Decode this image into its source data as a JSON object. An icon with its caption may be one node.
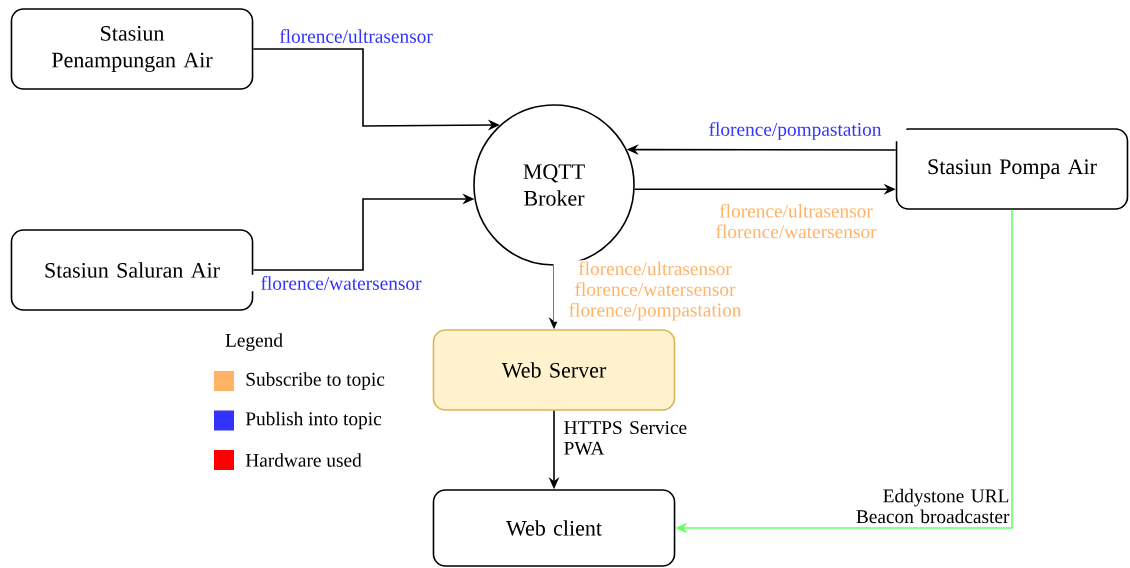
{
  "diagram": {
    "nodes": [
      {
        "text": [
          "Stasiun Penampungan Air"
        ]
      },
      {
        "text": [
          "MQTT Broker"
        ]
      },
      {
        "text": [
          "Stasiun Pompa Air"
        ]
      },
      {
        "text": [
          "Stasiun Saluran Air"
        ]
      },
      {
        "text": [
          "Web Server"
        ]
      },
      {
        "text": [
          "Web client"
        ]
      }
    ],
    "edges": [
      {
        "from": 0,
        "to": 1,
        "arrow": "to",
        "label": "florence/ultrasensor"
      },
      {
        "from": 3,
        "to": 1,
        "arrow": "to",
        "label": "florence/watersensor"
      },
      {
        "from": 2,
        "to": 1,
        "arrow": "to",
        "label": "florence/pompastation"
      },
      {
        "from": 1,
        "to": 2,
        "arrow": "to",
        "label": "florence/ultrasensor florence/watersensor"
      },
      {
        "from": 1,
        "to": 4,
        "arrow": "to",
        "label": "florence/ultrasensor florence/watersensor florence/pompastation"
      },
      {
        "from": 4,
        "to": 5,
        "arrow": "to",
        "label": "HTTPS Service PWA"
      },
      {
        "from": 2,
        "to": 5,
        "arrow": "to",
        "label": "Eddystone URL Beacon broadcaster",
        "color": "#66ff66"
      }
    ],
    "labels": [
      "Legend"
    ],
    "legend": [
      {
        "text": "Subscribe to topic",
        "color": "#ffb366"
      },
      {
        "text": "Publish into topic",
        "color": "#3333ff"
      },
      {
        "text": "Hardware used",
        "color": "#ff0000"
      }
    ]
  }
}
